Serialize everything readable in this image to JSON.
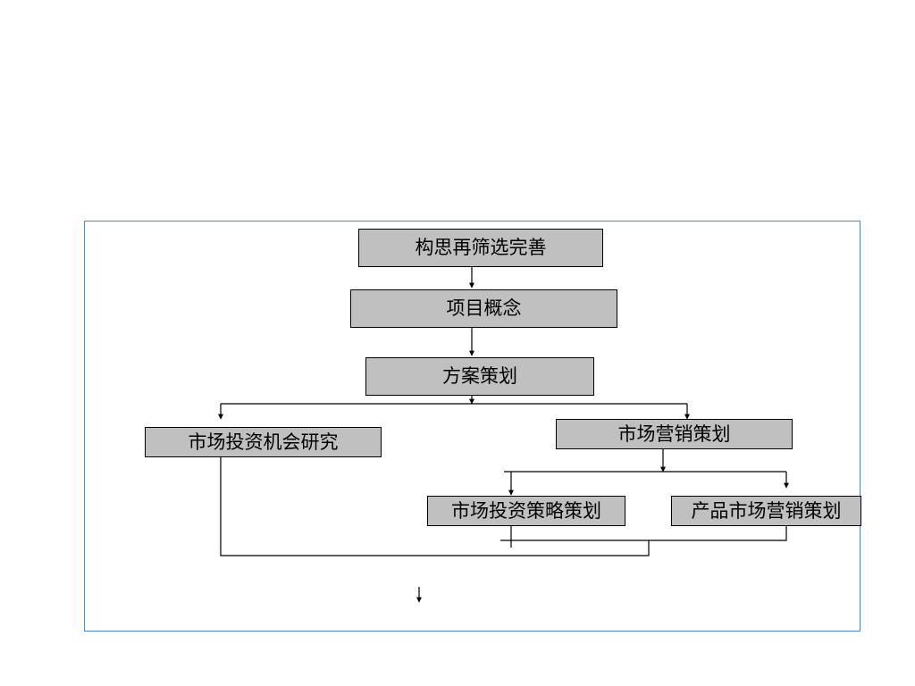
{
  "diagram": {
    "nodes": {
      "refine": "构思再筛选完善",
      "concept": "项目概念",
      "plan": "方案策划",
      "invest_research": "市场投资机会研究",
      "marketing": "市场营销策划",
      "invest_strategy": "市场投资策略策划",
      "product_marketing": "产品市场营销策划"
    },
    "colors": {
      "node_fill": "#c0c0c0",
      "line": "#000000",
      "frame_border": "#5b86b8"
    }
  }
}
